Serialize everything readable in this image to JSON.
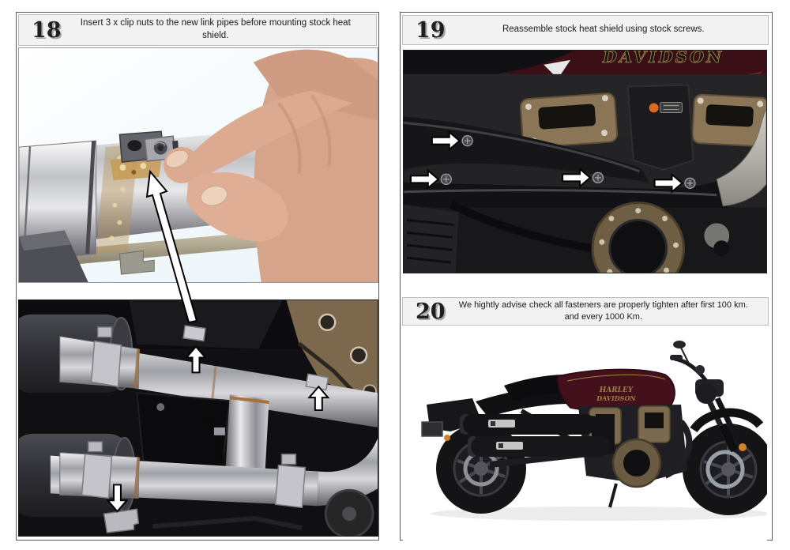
{
  "steps": [
    {
      "number": "18",
      "text": "Insert 3 x clip nuts to the new link pipes before mounting stock heat shield."
    },
    {
      "number": "19",
      "text": "Reassemble stock heat shield using stock screws."
    },
    {
      "number": "20",
      "text": "We hightly advise check all fasteners are properly tighten after first 100 km. and every 1000 Km."
    }
  ],
  "photos": {
    "heat_shield_tank_text": "DAVIDSON",
    "motorcycle_tank_text_line1": "HARLEY",
    "motorcycle_tank_text_line2": "DAVIDSON"
  },
  "colors": {
    "header_bg": "#f2f2f2",
    "header_border": "#bfbfbf",
    "panel_border": "#5a5a5a",
    "step_number": "#1f1f1f",
    "arrow_fill": "#ffffff",
    "arrow_stroke": "#000000"
  }
}
